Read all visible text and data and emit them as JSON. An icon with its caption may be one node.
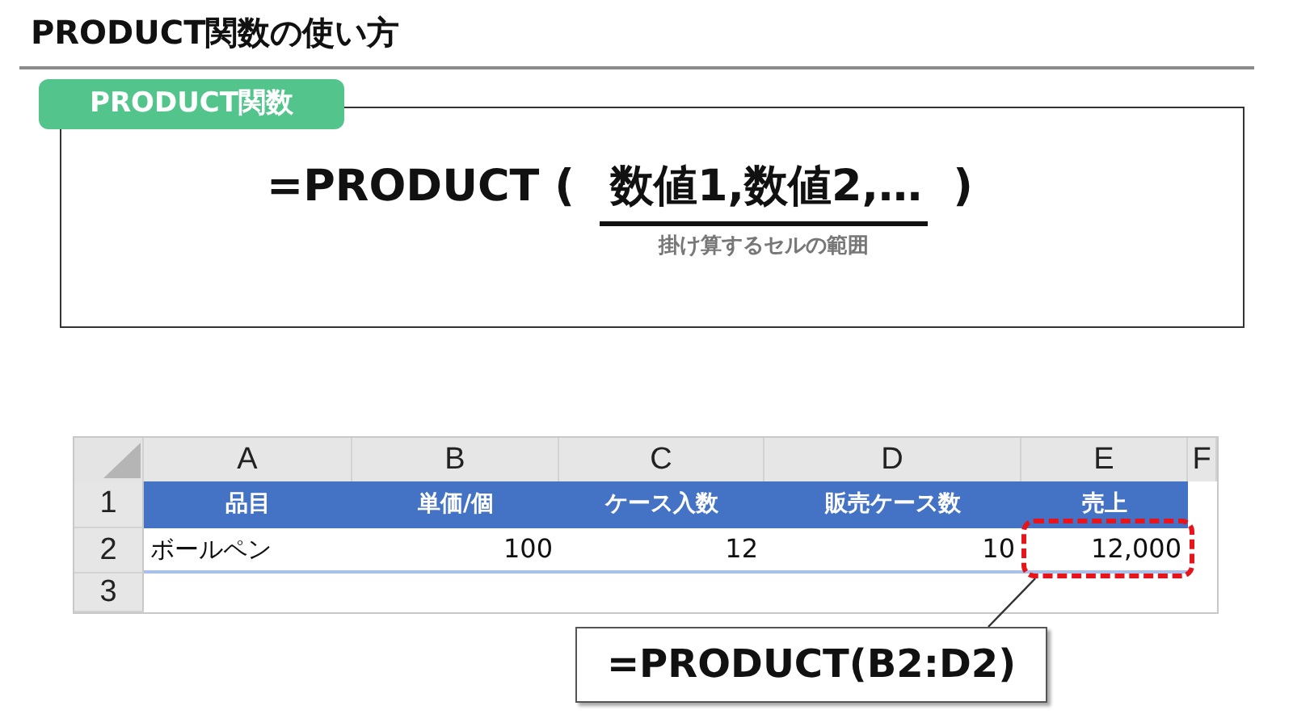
{
  "diagram": {
    "title": "PRODUCT関数の使い方",
    "nodes": [
      {
        "text": [
          "PRODUCT関数"
        ]
      },
      {
        "text": [
          "=PRODUCT (",
          "数値1,数値2,…",
          ")",
          "掛け算するセルの範囲"
        ]
      },
      {
        "text": [],
        "shape": "box"
      },
      {
        "text": [
          "=PRODUCT(B2:D2)"
        ]
      }
    ],
    "edges": [
      {
        "from": 3,
        "to": 2,
        "arrow": "none"
      }
    ],
    "labels": [
      "A",
      "B",
      "C",
      "D",
      "E",
      "F",
      "1",
      "品目",
      "単価/個",
      "ケース入数",
      "販売ケース数",
      "売上",
      "2",
      "ボールペン",
      "100",
      "12",
      "10",
      "12,000",
      "3"
    ]
  }
}
